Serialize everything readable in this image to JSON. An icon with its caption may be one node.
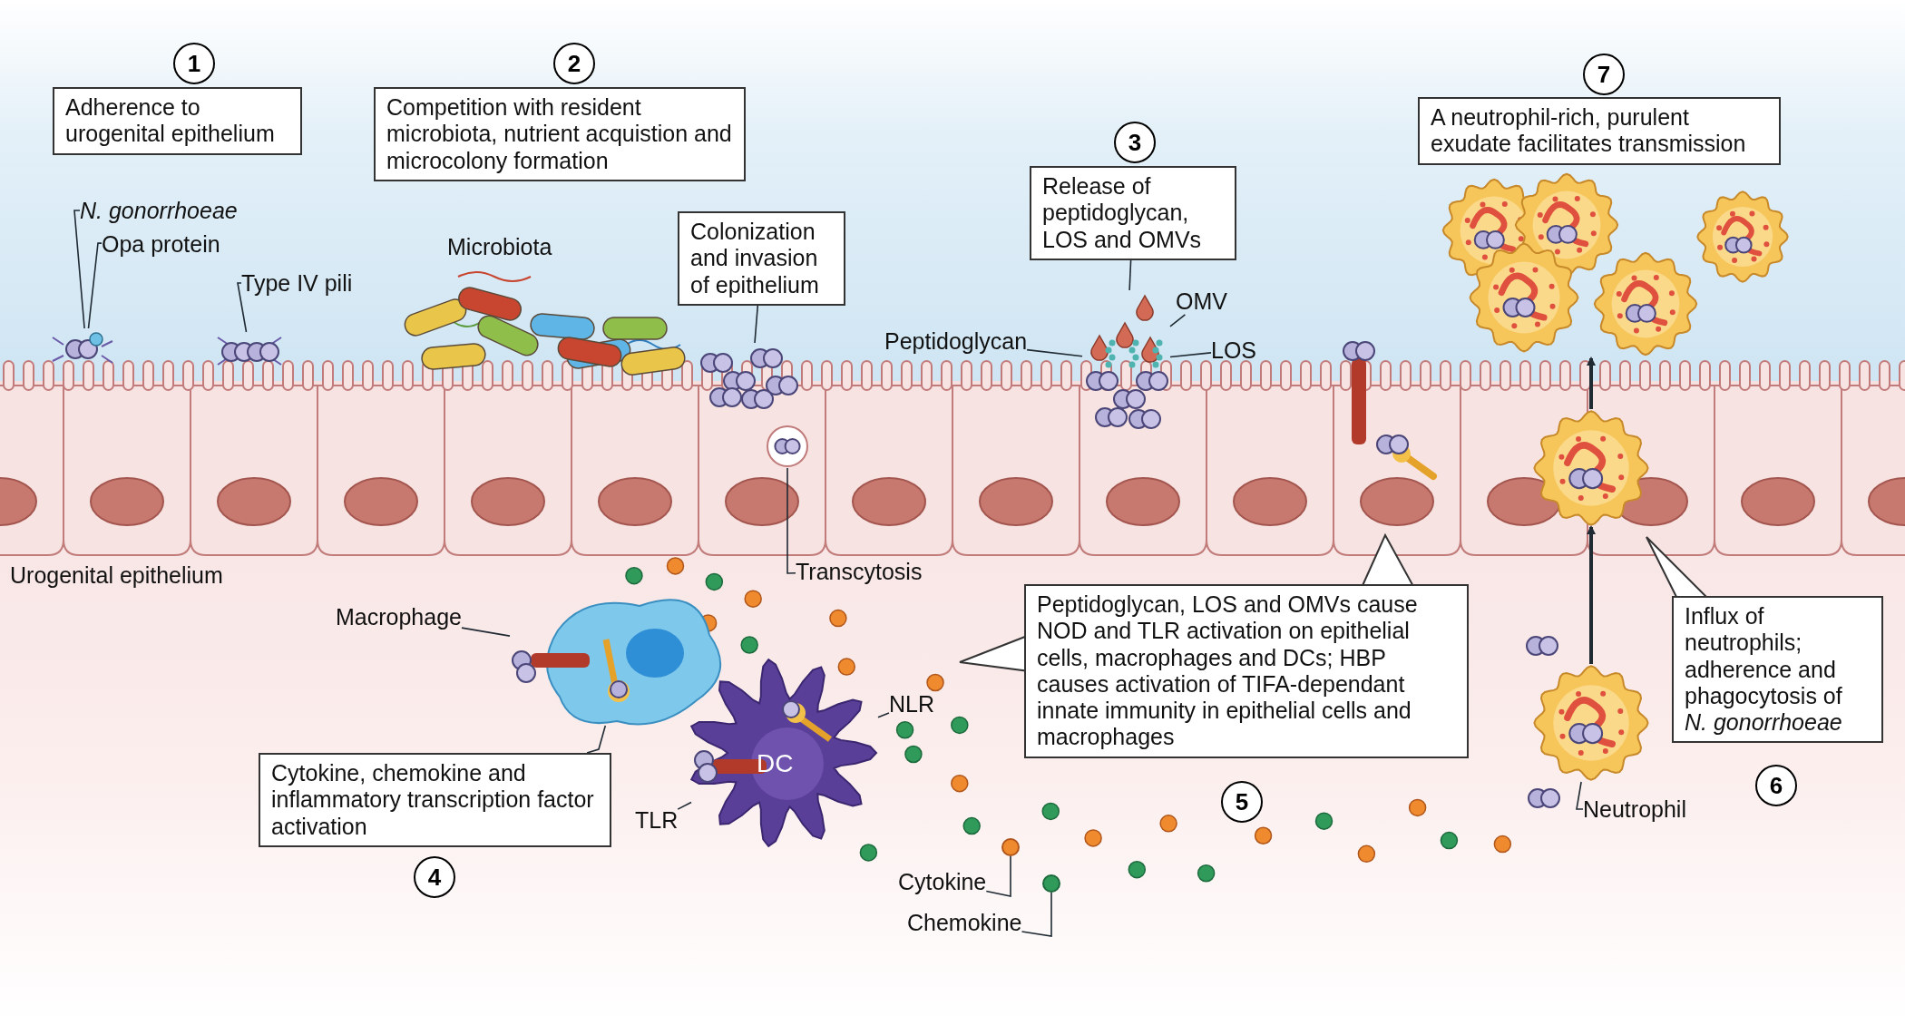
{
  "diagram": {
    "nodes": [
      {
        "text": [
          "1"
        ]
      },
      {
        "text": [
          "Adherence to urogenital epithelium"
        ]
      },
      {
        "text": [
          "2"
        ]
      },
      {
        "text": [
          "Competition with resident microbiota, nutrient acquistion and microcolony formation"
        ]
      },
      {
        "text": [
          "3"
        ]
      },
      {
        "text": [
          "Release of peptidoglycan, LOS and OMVs"
        ]
      },
      {
        "text": [
          "7"
        ]
      },
      {
        "text": [
          "A neutrophil-rich, purulent exudate facilitates transmission"
        ]
      },
      {
        "text": [
          "N. gonorrhoeae"
        ]
      },
      {
        "text": [
          "Opa protein"
        ]
      },
      {
        "text": [
          "Type IV pili"
        ]
      },
      {
        "text": [
          "Colonization and invasion of epithelium"
        ]
      },
      {
        "text": [
          "Peptidoglycan"
        ]
      },
      {
        "text": [
          "OMV"
        ]
      },
      {
        "text": [
          "LOS"
        ]
      },
      {
        "text": [
          "Transcytosis"
        ]
      },
      {
        "text": [
          "Macrophage"
        ]
      },
      {
        "text": [
          "NLR"
        ]
      },
      {
        "text": [
          "TLR"
        ]
      },
      {
        "text": [
          "Cytokine, chemokine and inflammatory transcription factor activation"
        ]
      },
      {
        "text": [
          "4"
        ]
      },
      {
        "text": [
          "Peptidoglycan, LOS and OMVs cause NOD and TLR activation on epithelial cells, macrophages and DCs; HBP causes activation of TIFA-dependant innate immunity in epithelial cells and macrophages"
        ]
      },
      {
        "text": [
          "5"
        ]
      },
      {
        "text": [
          "Influx of neutrophils; adherence and phagocytosis of *N. gonorrhoeae*"
        ]
      },
      {
        "text": [
          "6"
        ]
      },
      {
        "text": [
          "Cytokine"
        ]
      },
      {
        "text": [
          "Chemokine"
        ]
      },
      {
        "text": [
          "Neutrophil"
        ]
      },
      {
        "text": [],
        "shape": "picture"
      },
      {
        "text": [],
        "shape": "picture"
      },
      {
        "text": [],
        "shape": "picture"
      },
      {
        "text": [],
        "shape": "picture"
      },
      {
        "text": [],
        "shape": "picture"
      },
      {
        "text": [],
        "shape": "picture"
      },
      {
        "text": [],
        "shape": "picture"
      },
      {
        "text": [],
        "shape": "picture"
      },
      {
        "text": [],
        "shape": "picture"
      },
      {
        "text": [],
        "shape": "picture"
      },
      {
        "text": [],
        "shape": "circle"
      },
      {
        "text": [],
        "shape": "circle"
      }
    ],
    "edges": [
      {
        "from": 8,
        "to": 31,
        "arrow": "none"
      },
      {
        "from": 9,
        "to": 31,
        "arrow": "none"
      },
      {
        "from": 10,
        "to": 32,
        "arrow": "none"
      },
      {
        "from": 5,
        "to": 34,
        "arrow": "none"
      },
      {
        "from": 11,
        "to": 33,
        "arrow": "none"
      },
      {
        "from": 12,
        "to": 34,
        "arrow": "none"
      },
      {
        "from": 13,
        "to": 34,
        "arrow": "none"
      },
      {
        "from": 14,
        "to": 34,
        "arrow": "none"
      },
      {
        "from": 15,
        "to": 35,
        "arrow": "none"
      },
      {
        "from": 16,
        "to": 36,
        "arrow": "none"
      },
      {
        "from": 17,
        "to": 37,
        "arrow": "none"
      },
      {
        "from": 18,
        "to": 37,
        "arrow": "none"
      },
      {
        "from": 19,
        "to": 36,
        "arrow": "none"
      },
      {
        "from": 25,
        "to": 38,
        "arrow": "none"
      },
      {
        "from": 26,
        "to": 39,
        "arrow": "none"
      },
      {
        "from": 27,
        "to": 30,
        "arrow": "none"
      },
      {
        "from": 30,
        "to": 29,
        "arrow": "to"
      },
      {
        "from": 29,
        "to": 28,
        "arrow": "to"
      }
    ],
    "labels": [
      "Microbiota",
      "Urogenital epithelium",
      "DC"
    ]
  }
}
